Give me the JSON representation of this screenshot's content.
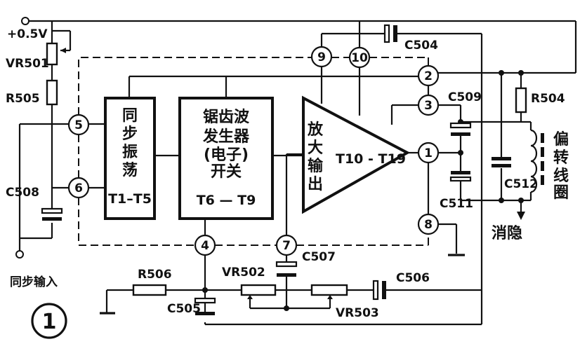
{
  "blocks": {
    "oscillator": {
      "line1": "同",
      "line2": "步",
      "line3": "振",
      "line4": "荡",
      "transistors": "T1–T5"
    },
    "sawtooth": {
      "line1": "锯齿波",
      "line2": "发生器",
      "line3": "(电子)",
      "line4": "开关",
      "transistors": "T6 — T9"
    },
    "amplifier": {
      "line1": "放",
      "line2": "大",
      "line3": "输",
      "line4": "出",
      "transistors": "T10 - T19"
    }
  },
  "pins": {
    "p1": "1",
    "p2": "2",
    "p3": "3",
    "p4": "4",
    "p5": "5",
    "p6": "6",
    "p7": "7",
    "p8": "8",
    "p9": "9",
    "p10": "10"
  },
  "labels": {
    "supply": "+0.5V",
    "vr501": "VR501",
    "r505": "R505",
    "c508": "C508",
    "sync_input": "同步输入",
    "r506": "R506",
    "c505": "C505",
    "vr502": "VR502",
    "c507": "C507",
    "vr503": "VR503",
    "c506": "C506",
    "c504": "C504",
    "c509": "C509",
    "c511": "C511",
    "c512": "C512",
    "r504": "R504",
    "coil1": "偏",
    "coil2": "转",
    "coil3": "线",
    "coil4": "圈",
    "blanking": "消隐",
    "figure_number": "1"
  }
}
